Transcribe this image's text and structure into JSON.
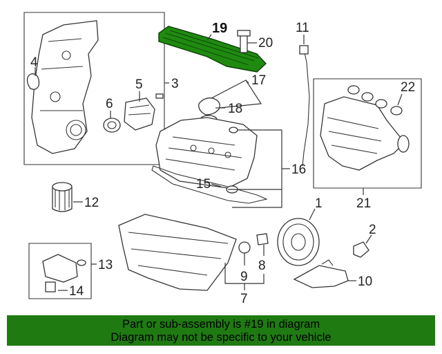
{
  "diagram": {
    "highlighted_part": "19",
    "highlight_color": "#1f8a10",
    "callouts": {
      "c1": "1",
      "c2": "2",
      "c3": "3",
      "c4": "4",
      "c5": "5",
      "c6": "6",
      "c7": "7",
      "c8": "8",
      "c9": "9",
      "c10": "10",
      "c11": "11",
      "c12": "12",
      "c13": "13",
      "c14": "14",
      "c15": "15",
      "c16": "16",
      "c17": "17",
      "c18": "18",
      "c19": "19",
      "c20": "20",
      "c21": "21",
      "c22": "22"
    }
  },
  "footer": {
    "background": "#1f7a12",
    "line1": "Part or sub-assembly is #19 in diagram",
    "line2": "Diagram may not be specific to your vehicle"
  }
}
